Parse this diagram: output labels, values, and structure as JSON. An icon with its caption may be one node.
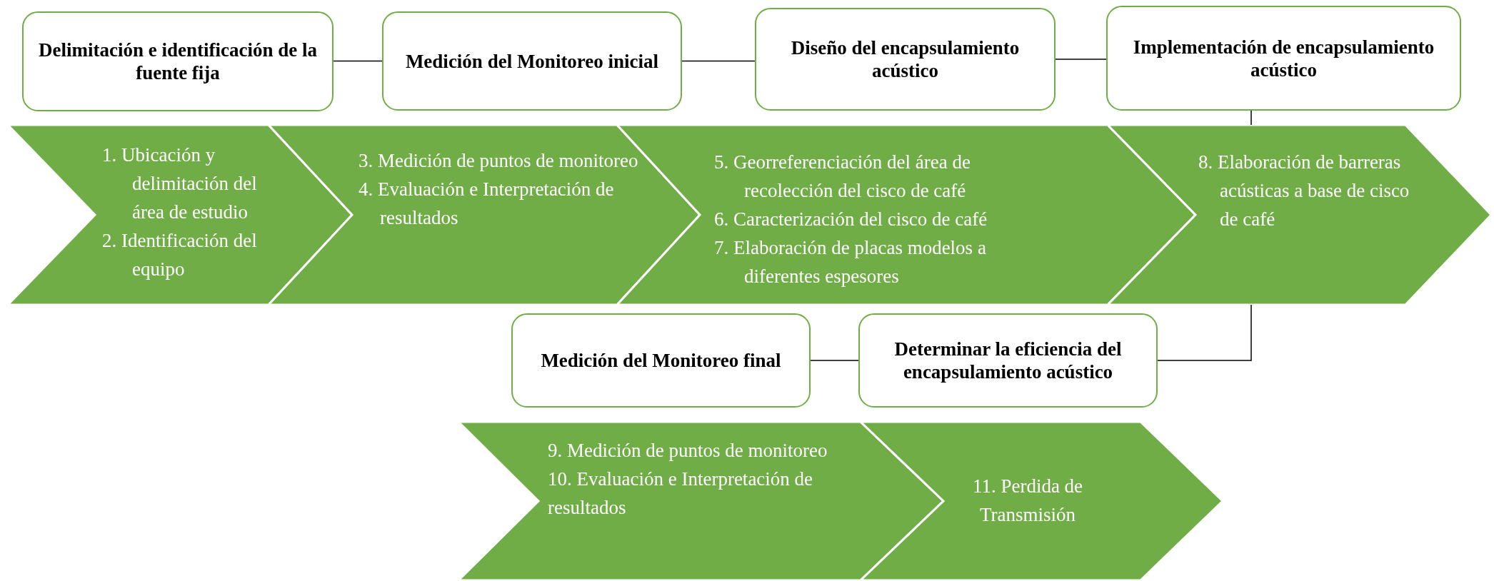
{
  "diagram": {
    "nodes": [
      {
        "text": [
          "Delimitación e identificación de la fuente fija"
        ]
      },
      {
        "text": [
          "Medición del Monitoreo inicial"
        ]
      },
      {
        "text": [
          "Diseño del encapsulamiento acústico"
        ]
      },
      {
        "text": [
          "Implementación de encapsulamiento acústico"
        ]
      },
      {
        "text": [
          "1. Ubicación y delimitación del área de estudio",
          "2. Identificación del equipo"
        ]
      },
      {
        "text": [
          "3. Medición de puntos de monitoreo",
          "4. Evaluación e Interpretación de resultados"
        ]
      },
      {
        "text": [
          "5. Georreferenciación del área de recolección del cisco de café",
          "6. Caracterización del cisco de café",
          "7. Elaboración de placas modelos a diferentes espesores"
        ]
      },
      {
        "text": [
          "8. Elaboración de barreras acústicas a base de cisco de café"
        ]
      },
      {
        "text": [
          "Medición del Monitoreo final"
        ]
      },
      {
        "text": [
          "Determinar la eficiencia del encapsulamiento acústico"
        ]
      },
      {
        "text": [
          "9. Medición de puntos de monitoreo",
          "10. Evaluación e Interpretación de resultados"
        ]
      },
      {
        "text": [
          "11. Perdida de Transmisión"
        ]
      }
    ],
    "edges": [
      {
        "from": 0,
        "to": 1,
        "arrow": "none"
      },
      {
        "from": 1,
        "to": 2,
        "arrow": "none"
      },
      {
        "from": 2,
        "to": 3,
        "arrow": "none"
      },
      {
        "from": 3,
        "to": 7,
        "arrow": "none"
      },
      {
        "from": 7,
        "to": 9,
        "arrow": "none"
      },
      {
        "from": 9,
        "to": 8,
        "arrow": "none"
      }
    ]
  }
}
